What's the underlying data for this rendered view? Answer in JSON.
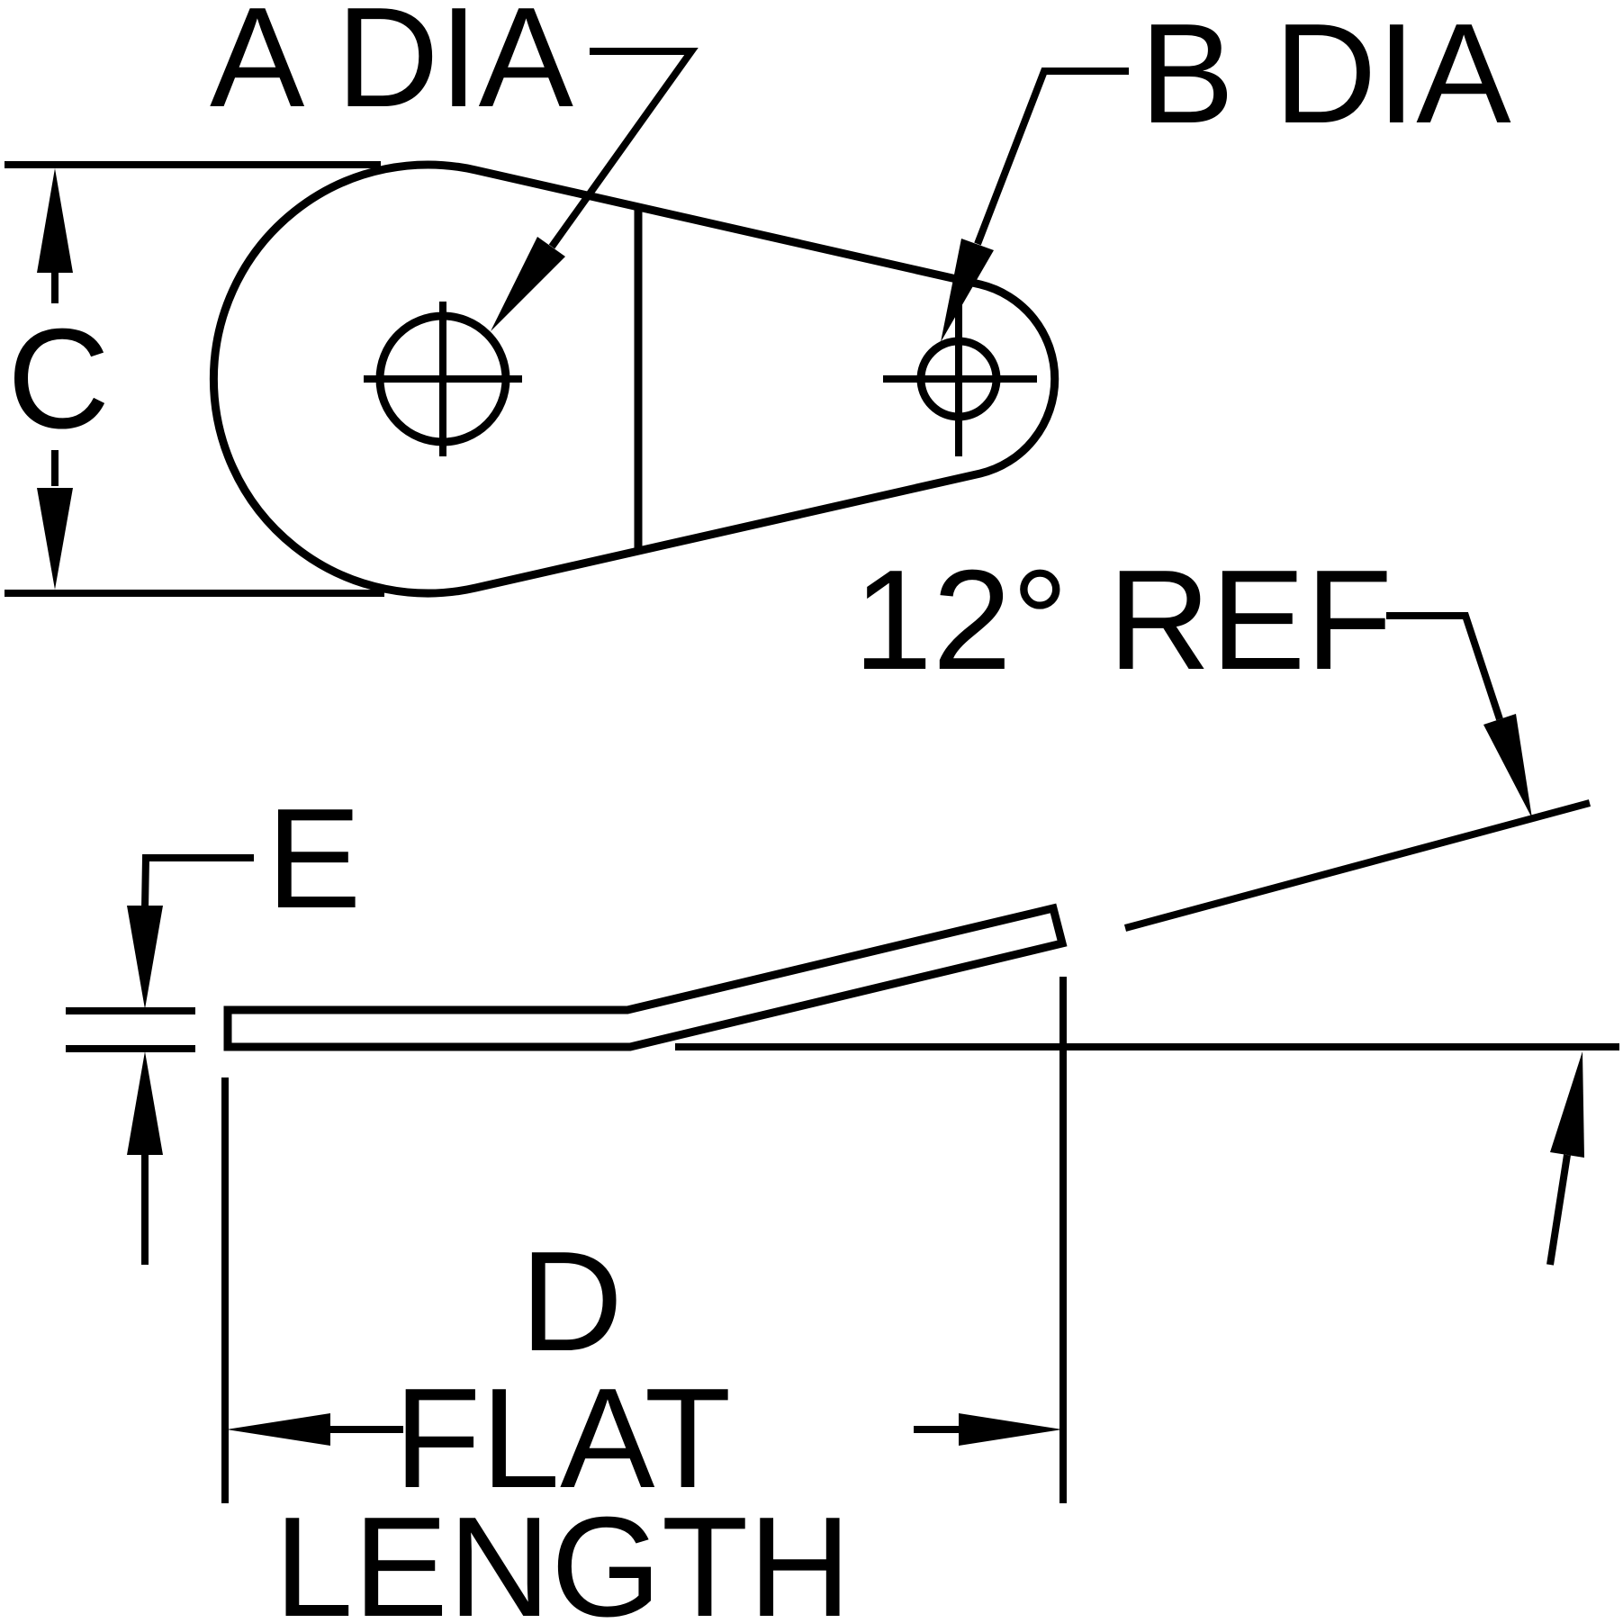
{
  "drawing": {
    "labels": {
      "hole_a": "A DIA",
      "hole_b": "B DIA",
      "height_dim": "C",
      "thickness_dim": "E",
      "bend_angle": "12° REF",
      "flat_length_letter": "D",
      "flat_length_word1": "FLAT",
      "flat_length_word2": "LENGTH"
    },
    "colors": {
      "line": "#000000",
      "background": "#ffffff"
    }
  }
}
